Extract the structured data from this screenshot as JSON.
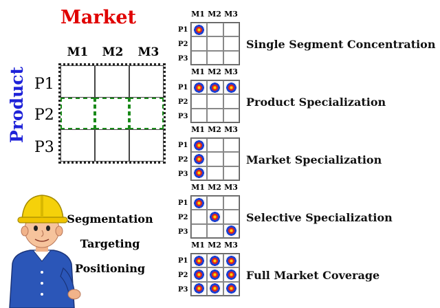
{
  "titles": {
    "market": "Market",
    "product": "Product"
  },
  "big_grid": {
    "columns": [
      "M1",
      "M2",
      "M3"
    ],
    "rows": [
      "P1",
      "P2",
      "P3"
    ],
    "highlight_row": 1
  },
  "mini_columns": [
    "M1",
    "M2",
    "M3"
  ],
  "mini_rows": [
    "P1",
    "P2",
    "P3"
  ],
  "strategies": [
    {
      "label": "Single Segment Concentration",
      "targets": [
        [
          true,
          false,
          false
        ],
        [
          false,
          false,
          false
        ],
        [
          false,
          false,
          false
        ]
      ]
    },
    {
      "label": "Product Specialization",
      "targets": [
        [
          true,
          true,
          true
        ],
        [
          false,
          false,
          false
        ],
        [
          false,
          false,
          false
        ]
      ]
    },
    {
      "label": "Market Specialization",
      "targets": [
        [
          true,
          false,
          false
        ],
        [
          true,
          false,
          false
        ],
        [
          true,
          false,
          false
        ]
      ]
    },
    {
      "label": "Selective Specialization",
      "targets": [
        [
          true,
          false,
          false
        ],
        [
          false,
          true,
          false
        ],
        [
          false,
          false,
          true
        ]
      ]
    },
    {
      "label": "Full Market Coverage",
      "targets": [
        [
          true,
          true,
          true
        ],
        [
          true,
          true,
          true
        ],
        [
          true,
          true,
          true
        ]
      ]
    }
  ],
  "stp": [
    "Segmentation",
    "Targeting",
    "Positioning"
  ],
  "colors": {
    "market": "#e00000",
    "product": "#1e22d8",
    "grid_highlight": "#1a8a1a"
  }
}
